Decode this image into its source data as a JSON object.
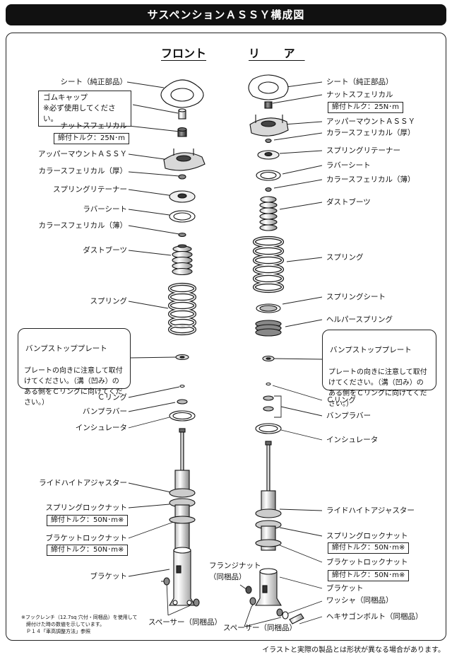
{
  "title": "サスペンションＡＳＳＹ構成図",
  "front": {
    "heading": "フロント",
    "labels": {
      "sheet": "シート（純正部品）",
      "nut": "ナットスフェリカル",
      "upper_mount": "アッパーマウントＡＳＳＹ",
      "collar_thick": "カラースフェリカル（厚）",
      "spring_retainer": "スプリングリテーナー",
      "rubber_sheet": "ラバーシート",
      "collar_thin": "カラースフェリカル（薄）",
      "dust_boot": "ダストブーツ",
      "spring": "スプリング",
      "c_ring": "Ｃリング",
      "bump_rubber": "バンプラバー",
      "insulator": "インシュレータ",
      "ride_height": "ライドハイトアジャスター",
      "spring_lock": "スプリングロックナット",
      "bracket_lock": "ブラケットロックナット",
      "bracket": "ブラケット",
      "spacer": "スペーサー（同梱品）"
    },
    "rubber_cap_box": "ゴムキャップ\n※必ず使用してください。",
    "torque_nut": "締付トルク：25N･m",
    "torque_spring_lock": "締付トルク：50N･m※",
    "torque_bracket_lock": "締付トルク：50N･m※",
    "bump_stop_note_title": "バンプストッププレート",
    "bump_stop_note_body": "プレートの向きに注意して取付\nけてください。（溝（凹み）の\nある側をＣリングに向けてくだ\nさい。）"
  },
  "rear": {
    "heading": "リ ア",
    "labels": {
      "sheet": "シート（純正部品）",
      "nut": "ナットスフェリカル",
      "upper_mount": "アッパーマウントＡＳＳＹ",
      "collar_thick": "カラースフェリカル（厚）",
      "spring_retainer": "スプリングリテーナー",
      "rubber_sheet": "ラバーシート",
      "collar_thin": "カラースフェリカル（薄）",
      "dust_boot": "ダストブーツ",
      "spring": "スプリング",
      "spring_sheet": "スプリングシート",
      "helper_spring": "ヘルパースプリング",
      "c_ring": "Ｃリング",
      "bump_rubber": "バンプラバー",
      "insulator": "インシュレータ",
      "ride_height": "ライドハイトアジャスター",
      "spring_lock": "スプリングロックナット",
      "bracket_lock": "ブラケットロックナット",
      "bracket": "ブラケット",
      "washer": "ワッシャ（同梱品）",
      "hex_bolt": "ヘキサゴンボルト（同梱品）",
      "flange_nut": "フランジナット\n（同梱品）",
      "spacer": "スペーサー（同梱品）"
    },
    "torque_nut": "締付トルク：25N･m",
    "torque_spring_lock": "締付トルク：50N･m※",
    "torque_bracket_lock": "締付トルク：50N･m※",
    "bump_stop_note_title": "バンプストッププレート",
    "bump_stop_note_body": "プレートの向きに注意して取付\nけてください。（溝（凹み）の\nある側をＣリングに向けてくだ\nさい。）"
  },
  "footnote": "※フックレンチ（12.7sq 穴付・同梱品）を使用して\n　締付けた時の数値を示しています。\n　Ｐ１４「車高調整方法」参照",
  "disclaimer": "イラストと実際の製品とは形状が異なる場合があります。"
}
